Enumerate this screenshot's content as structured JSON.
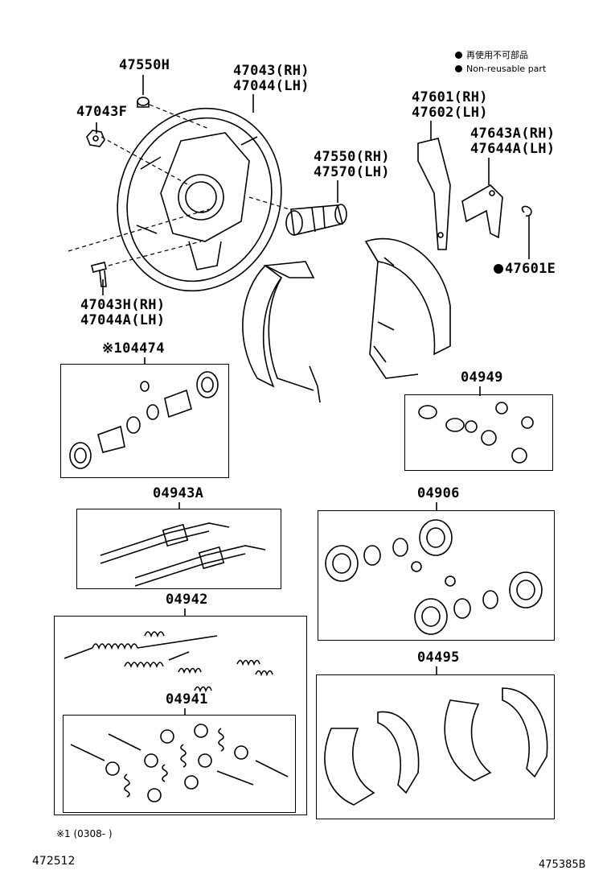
{
  "legend": {
    "line1": "再使用不可部品",
    "line2": "Non-reusable part"
  },
  "parts": {
    "p47550H": "47550H",
    "p47043F": "47043F",
    "p47043rh": "47043(RH)",
    "p47044lh": "47044(LH)",
    "p47550rh": "47550(RH)",
    "p47570lh": "47570(LH)",
    "p47601rh": "47601(RH)",
    "p47602lh": "47602(LH)",
    "p47643Arh": "47643A(RH)",
    "p47644Alh": "47644A(LH)",
    "p47601E": "47601E",
    "p47043Hrh": "47043H(RH)",
    "p47044Alh": "47044A(LH)",
    "p04474": "※104474",
    "p04949": "04949",
    "p04943A": "04943A",
    "p04906": "04906",
    "p04942": "04942",
    "p04495": "04495",
    "p04941": "04941"
  },
  "footnote": "※1 (0308-     )",
  "figure_left": "472512",
  "figure_right": "475385B",
  "colors": {
    "ink": "#000000",
    "paper": "#ffffff"
  },
  "icons": {
    "non_reusable": "filled-circle-icon"
  }
}
